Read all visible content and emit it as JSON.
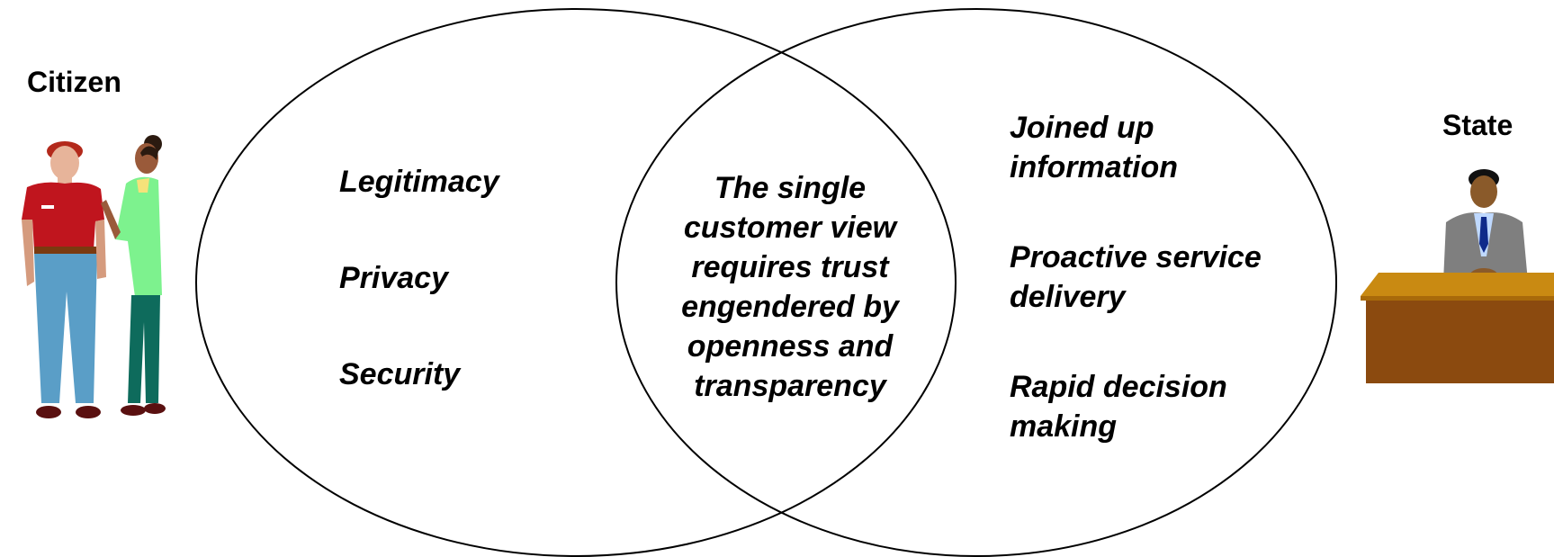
{
  "citizen_label": "Citizen",
  "state_label": "State",
  "left_items": [
    "Legitimacy",
    "Privacy",
    "Security"
  ],
  "center_text": "The single customer view requires trust engendered by openness and transparency",
  "right_items": [
    "Joined up information",
    "Proactive service delivery",
    "Rapid decision making"
  ],
  "icons": {
    "citizen": "citizen-couple-clipart-icon",
    "state": "official-at-desk-clipart-icon"
  },
  "colors": {
    "ellipse_stroke": "#000000",
    "text": "#000000",
    "desk": "#8B4A0F",
    "desk_top": "#C98A12"
  }
}
